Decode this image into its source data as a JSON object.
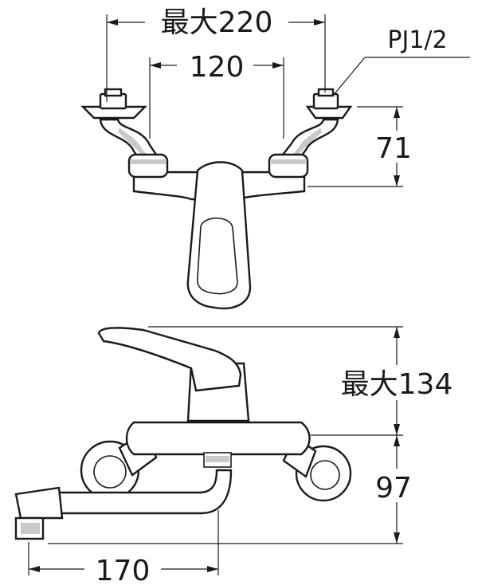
{
  "dimensions": {
    "max_width": "最大220",
    "inner_width": "120",
    "thread": "PJ1/2",
    "top_height": "71",
    "max_height": "最大134",
    "wall_height": "97",
    "spout_length": "170"
  }
}
